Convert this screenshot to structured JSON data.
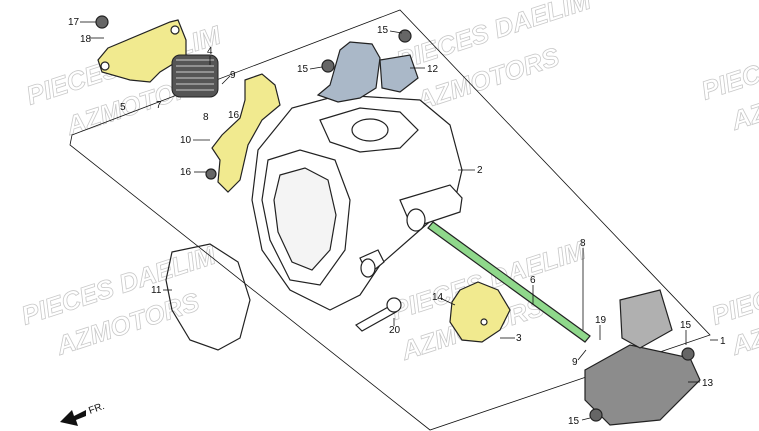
{
  "watermark": {
    "line1": "PIECES DAELIM",
    "line2": "AZMOTORS"
  },
  "direction_label": "FR.",
  "callouts": [
    "17",
    "18",
    "4",
    "9",
    "15",
    "15",
    "12",
    "5",
    "7",
    "8",
    "16",
    "10",
    "2",
    "16",
    "11",
    "6",
    "8",
    "19",
    "14",
    "3",
    "20",
    "9",
    "15",
    "1",
    "13",
    "15"
  ],
  "colors": {
    "highlight_yellow": "#f1ea8f",
    "highlight_green": "#8fd88b",
    "highlight_blue": "#aab8c8",
    "outline": "#222222"
  }
}
